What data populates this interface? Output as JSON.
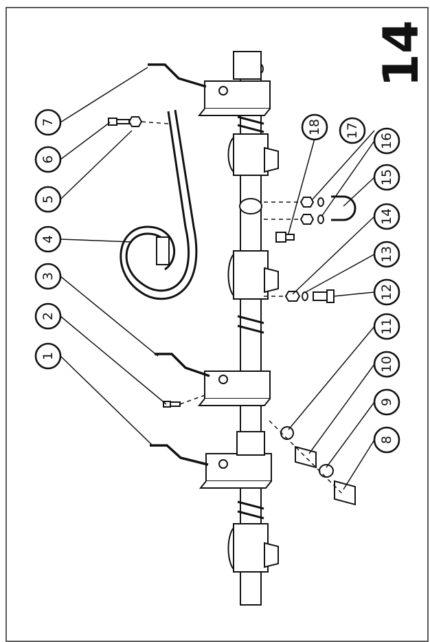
{
  "page_number": "14",
  "callouts": [
    "1",
    "2",
    "3",
    "4",
    "5",
    "6",
    "7",
    "8",
    "9",
    "10",
    "11",
    "12",
    "13",
    "14",
    "15",
    "16",
    "17",
    "18"
  ]
}
